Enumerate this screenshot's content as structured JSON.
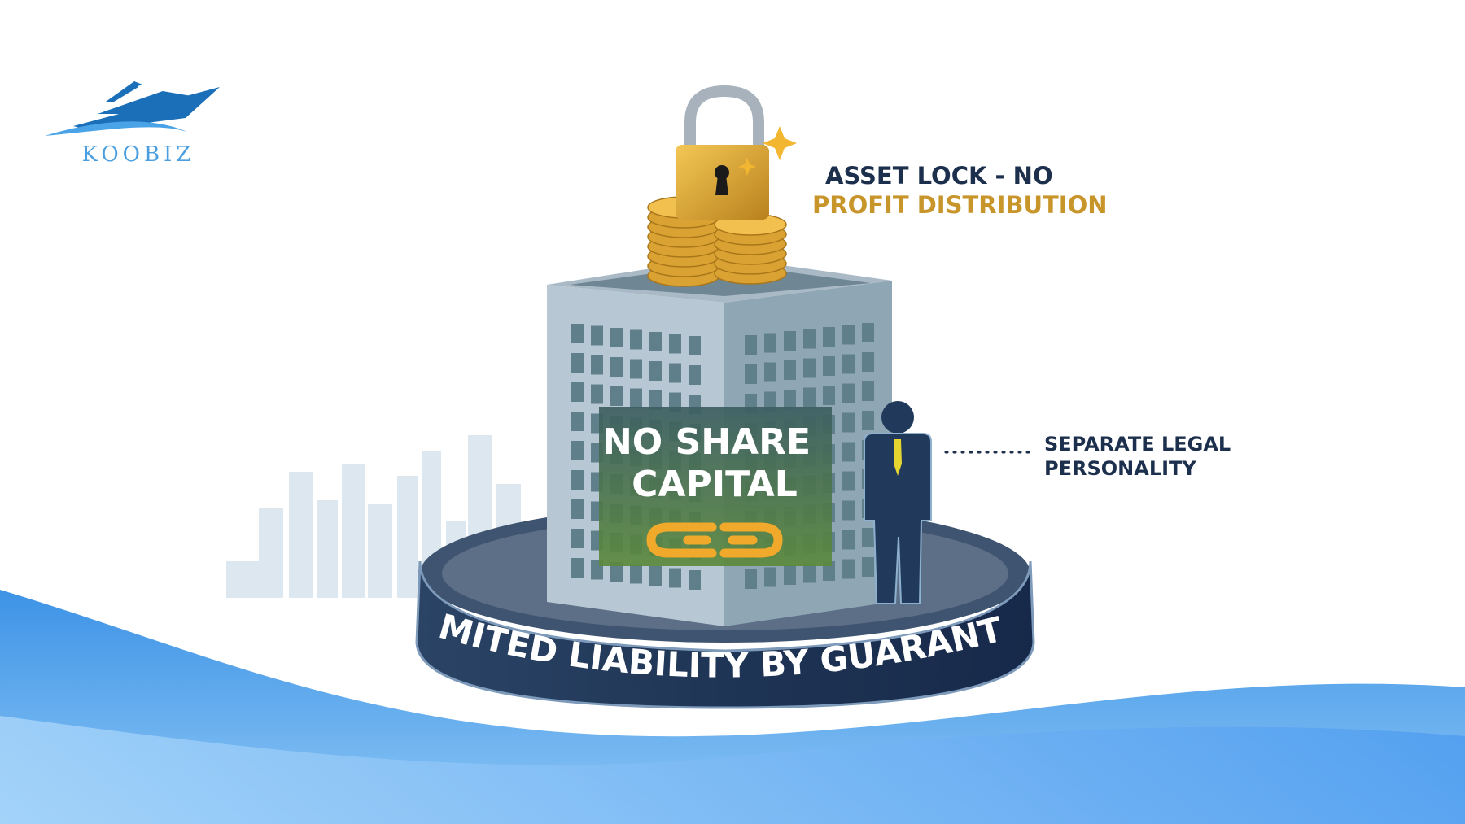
{
  "logo": {
    "text": "KOOBIZ",
    "icon": "yacht-icon",
    "color": "#1b7cc4"
  },
  "labels": {
    "asset_lock_line1": "ASSET LOCK - NO",
    "asset_lock_line2": "PROFIT DISTRIBUTION",
    "building_line1": "NO SHARE",
    "building_line2": "CAPITAL",
    "personality_line1": "SEPARATE LEGAL",
    "personality_line2": "PERSONALITY",
    "ring_text": "LIMITED LIABILITY BY GUARANTEE"
  },
  "icons": [
    "padlock-icon",
    "coin-stack-icon",
    "broken-chain-icon",
    "person-icon",
    "sparkle-icon",
    "skyline-icon"
  ],
  "colors": {
    "navy": "#1c2f4d",
    "gold": "#c8952a",
    "wave": "#5aa9ee",
    "green_panel": "#4e7a52"
  }
}
